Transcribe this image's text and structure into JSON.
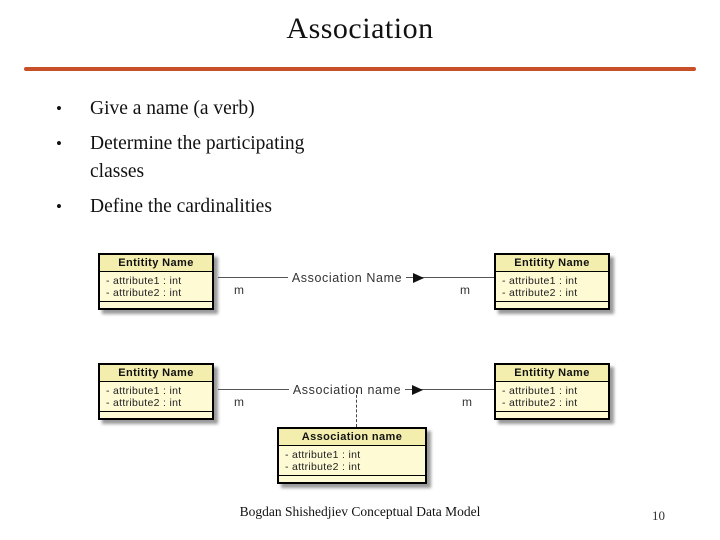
{
  "slide": {
    "title": "Association",
    "bullets": [
      "Give a name (a verb)",
      "Determine the participating classes",
      "Define the cardinalities"
    ],
    "footer_text": "Bogdan Shishedjiev Conceptual Data Model",
    "page_number": "10",
    "accent_color": "#c7502a"
  },
  "diagram": {
    "colors": {
      "box_fill": "#fdfad4",
      "box_header_fill": "#f3eeae",
      "box_border": "#000000",
      "box_shadow": "#9a9a9a",
      "connector_line": "#555555"
    },
    "entity_box": {
      "title": "Entitity Name",
      "attributes": [
        "- attribute1 : int",
        "- attribute2 : int"
      ]
    },
    "row1": {
      "left_multiplicity": "m",
      "right_multiplicity": "m",
      "association_label": "Association Name"
    },
    "row2": {
      "left_multiplicity": "m",
      "right_multiplicity": "m",
      "association_label": "Association name"
    },
    "association_box": {
      "title": "Association name",
      "attributes": [
        "- attribute1 : int",
        "- attribute2 : int"
      ]
    }
  }
}
